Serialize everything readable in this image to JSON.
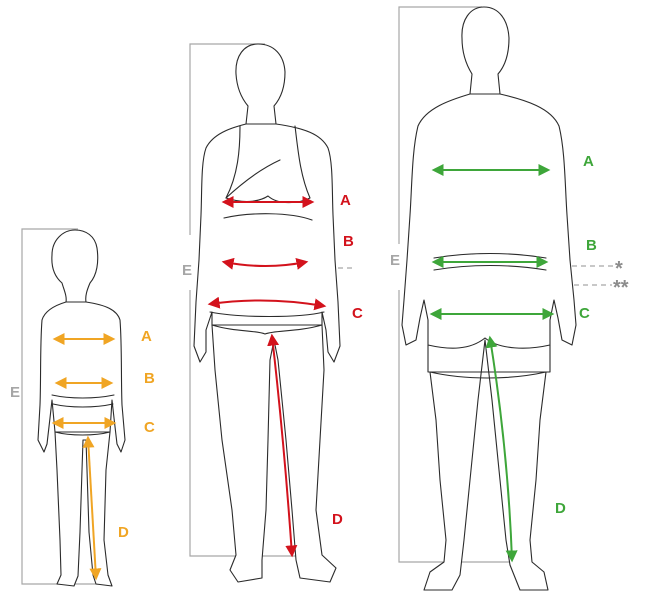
{
  "colors": {
    "child": "#f0a524",
    "woman": "#d3121c",
    "man": "#3ea63a",
    "frame": "#a6a6a6",
    "outline": "#2b2b2b"
  },
  "figures": {
    "child": {
      "labels": {
        "a": "A",
        "b": "B",
        "c": "C",
        "d": "D",
        "e": "E"
      }
    },
    "woman": {
      "labels": {
        "a": "A",
        "b": "B",
        "c": "C",
        "d": "D",
        "e": "E"
      }
    },
    "man": {
      "labels": {
        "a": "A",
        "b": "B",
        "c": "C",
        "d": "D",
        "e": "E"
      },
      "marker_single": "*",
      "marker_double": "**"
    }
  }
}
